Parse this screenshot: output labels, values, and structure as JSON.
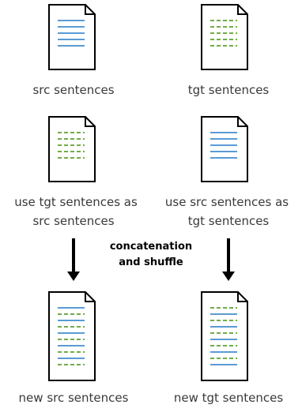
{
  "labels": {
    "src_sentences": "src sentences",
    "tgt_sentences": "tgt sentences",
    "use_tgt_line1": "use tgt sentences as",
    "use_tgt_line2": "src sentences",
    "use_src_line1": "use src sentences as",
    "use_src_line2": "tgt sentences",
    "concat_line1": "concatenation",
    "concat_line2": "and shuffle",
    "new_src": "new src sentences",
    "new_tgt": "new tgt sentences"
  },
  "colors": {
    "src_line": "#5b9bd5",
    "tgt_line": "#70ad47",
    "doc_border": "#000000",
    "arrow": "#000000"
  },
  "documents": {
    "src": {
      "lines": [
        "solid",
        "solid",
        "solid",
        "solid",
        "solid"
      ]
    },
    "tgt": {
      "lines": [
        "dashed",
        "dashed",
        "dashed",
        "dashed",
        "dashed"
      ]
    },
    "swap_left": {
      "lines": [
        "dashed",
        "dashed",
        "dashed",
        "dashed",
        "dashed"
      ]
    },
    "swap_right": {
      "lines": [
        "solid",
        "solid",
        "solid",
        "solid",
        "solid"
      ]
    },
    "new_src": {
      "lines": [
        "solid",
        "dashed",
        "solid",
        "dashed",
        "solid",
        "dashed",
        "solid",
        "dashed",
        "solid",
        "dashed"
      ]
    },
    "new_tgt": {
      "lines": [
        "dashed",
        "solid",
        "dashed",
        "solid",
        "dashed",
        "solid",
        "dashed",
        "solid",
        "dashed",
        "solid"
      ]
    }
  }
}
